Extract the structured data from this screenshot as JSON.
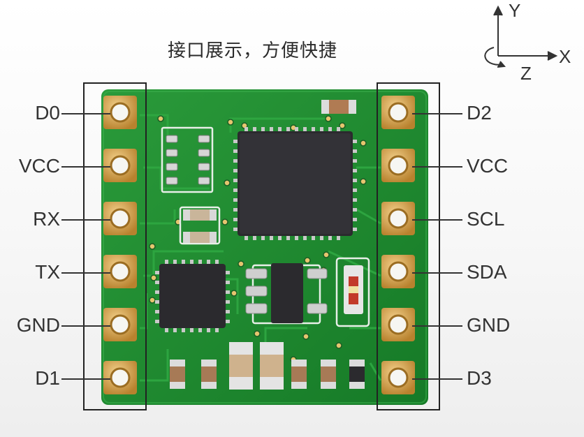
{
  "title": "接口展示，方便快捷",
  "axes": {
    "x": "X",
    "y": "Y",
    "z": "Z"
  },
  "left_pins": [
    "D0",
    "VCC",
    "RX",
    "TX",
    "GND",
    "D1"
  ],
  "right_pins": [
    "D2",
    "VCC",
    "SCL",
    "SDA",
    "GND",
    "D3"
  ],
  "colors": {
    "pcb": "#1f8a2f",
    "gold": "#d7a24a",
    "chip": "#2b2a2e"
  }
}
